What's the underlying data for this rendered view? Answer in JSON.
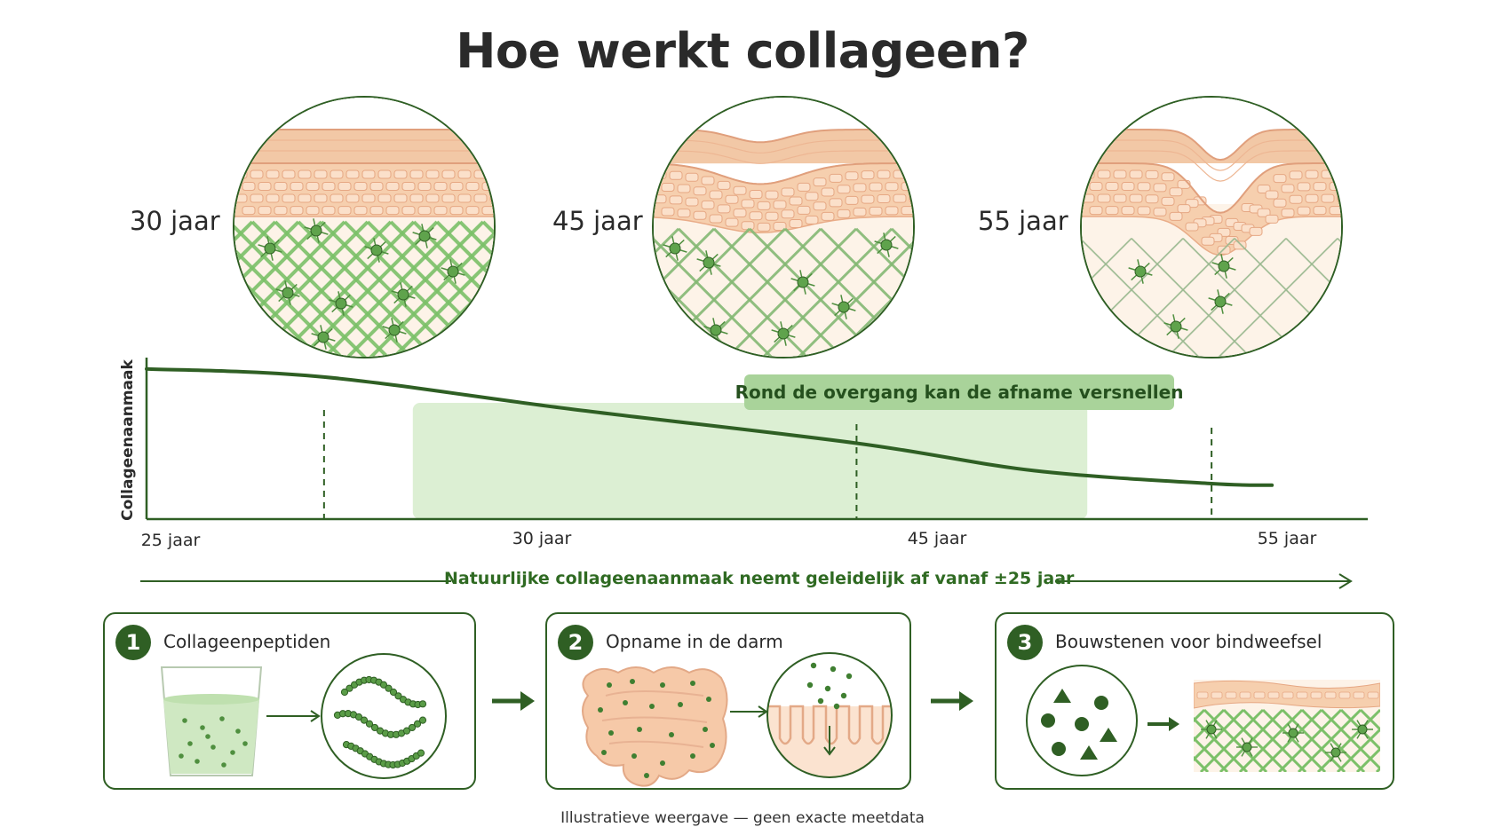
{
  "title": "Hoe werkt collageen?",
  "stages": [
    {
      "label": "30 jaar",
      "collagen_density": "high"
    },
    {
      "label": "45 jaar",
      "collagen_density": "medium"
    },
    {
      "label": "55 jaar",
      "collagen_density": "low"
    }
  ],
  "chart_data": {
    "type": "line",
    "ylabel": "Collageenaanmaak",
    "x_ticks": [
      "25 jaar",
      "30 jaar",
      "45 jaar",
      "55 jaar"
    ],
    "marked_ticks": [
      "30 jaar",
      "45 jaar",
      "55 jaar"
    ],
    "highlight_label": "Rond de overgang kan de afname versnellen",
    "series": [
      {
        "points": [
          {
            "x": 25,
            "y": 0.93
          },
          {
            "x": 30,
            "y": 0.88
          },
          {
            "x": 37,
            "y": 0.68
          },
          {
            "x": 45,
            "y": 0.47
          },
          {
            "x": 50,
            "y": 0.3
          },
          {
            "x": 55,
            "y": 0.22
          },
          {
            "x": 56.7,
            "y": 0.21
          }
        ]
      }
    ],
    "highlight_x_range": [
      32.5,
      51.5
    ],
    "grid": false,
    "legend": "none",
    "colors": {
      "line": "#2f5f24",
      "highlight": "#dcefd3"
    }
  },
  "timeline_caption": "Natuurlijke collageenaanmaak neemt geleidelijk af vanaf ±25 jaar",
  "steps": [
    {
      "number": "1",
      "title": "Collageenpeptiden"
    },
    {
      "number": "2",
      "title": "Opname in de darm"
    },
    {
      "number": "3",
      "title": "Bouwstenen voor bindweefsel"
    }
  ],
  "footnote": "Illustratieve weergave — geen exacte meetdata",
  "colors": {
    "dark_green": "#2f5f24",
    "mid_green": "#6fb35c",
    "light_green": "#dcefd3",
    "skin": "#f4c9a8",
    "skin_light": "#fdf6ee"
  }
}
